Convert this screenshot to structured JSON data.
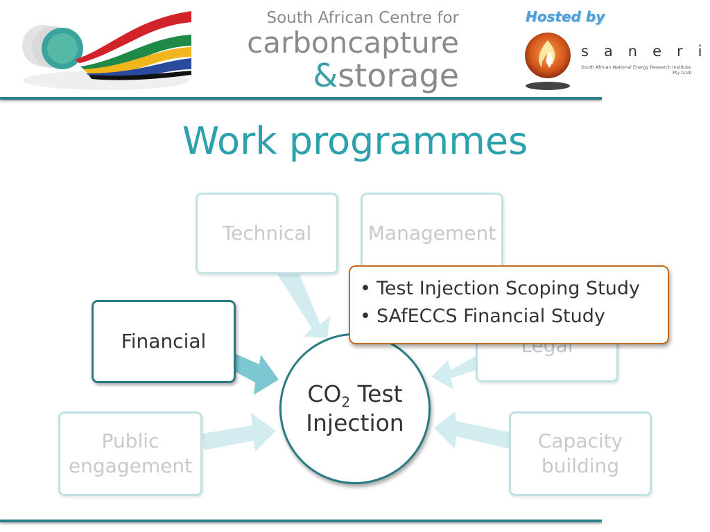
{
  "header": {
    "centre_line1": "South African Centre for",
    "centre_line2": "carboncapture",
    "centre_amp": "&",
    "centre_line3": "storage",
    "hosted_by": "Hosted by",
    "saneri_name": "saneri",
    "saneri_sub1": "South African National Energy Research Institute",
    "saneri_sub2": "Pty (Ltd)"
  },
  "title": "Work programmes",
  "diagram": {
    "hub": {
      "line1_a": "CO",
      "line1_sub": "2",
      "line1_b": " Test",
      "line2": "Injection"
    },
    "boxes": {
      "technical": "Technical",
      "management": "Management",
      "legal": "Legal",
      "financial": "Financial",
      "public_line1": "Public",
      "public_line2": "engagement",
      "capacity_line1": "Capacity",
      "capacity_line2": "building"
    },
    "callout_items": [
      "Test Injection Scoping Study",
      "SAfECCS Financial Study"
    ]
  },
  "colors": {
    "accent": "#2aa1ac",
    "rule": "#2e7f87",
    "active_border": "#2a7a82",
    "faded_border": "#bfe2e5",
    "callout_border": "#c8691e",
    "hosted_by": "#4f9fd8"
  }
}
